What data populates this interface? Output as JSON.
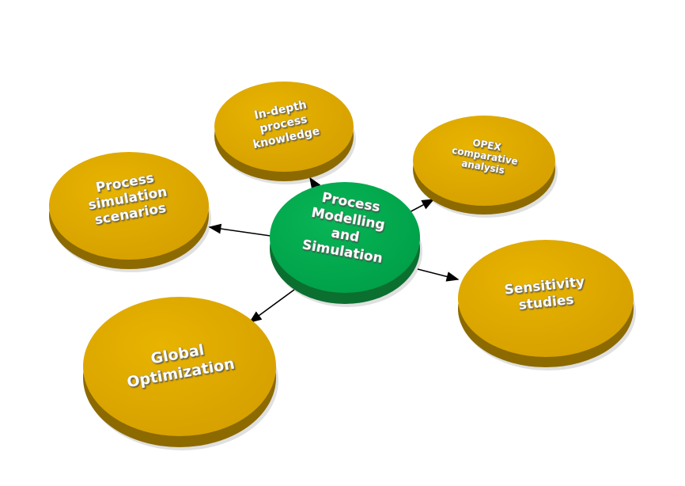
{
  "colors": {
    "gold": "#e0aa00",
    "gold_side": "#8c6a00",
    "green": "#00a84f",
    "green_side": "#0b6f30",
    "arrow": "#000000"
  },
  "center": {
    "lines": [
      "Process",
      "Modelling",
      "and",
      "Simulation"
    ]
  },
  "nodes": [
    {
      "id": "in-depth",
      "lines": [
        "In-depth",
        "process",
        "knowledge"
      ]
    },
    {
      "id": "opex",
      "lines": [
        "OPEX",
        "comparative",
        "analysis"
      ]
    },
    {
      "id": "scenarios",
      "lines": [
        "Process",
        "simulation",
        "scenarios"
      ]
    },
    {
      "id": "sensitivity",
      "lines": [
        "Sensitivity",
        "studies"
      ]
    },
    {
      "id": "global",
      "lines": [
        "Global",
        "Optimization"
      ]
    }
  ]
}
